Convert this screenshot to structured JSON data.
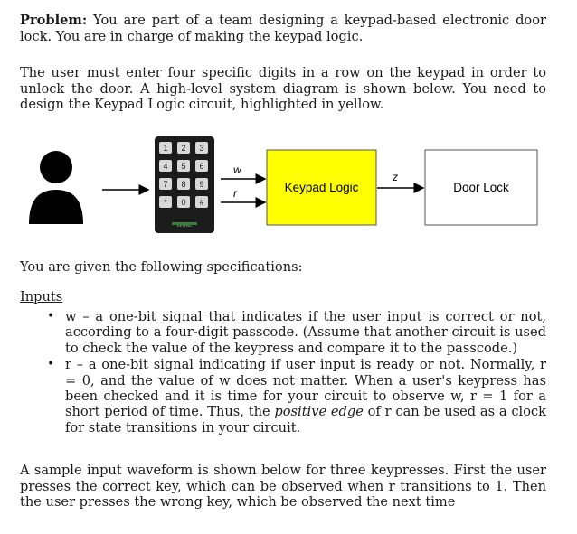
{
  "problem": {
    "label": "Problem:",
    "text": " You are part of a team designing a keypad-based electronic door lock. You are in charge of making the keypad logic."
  },
  "para2": "The user must enter four specific digits in a row on the keypad in order to unlock the door. A high-level system diagram is shown below. You need to design the Keypad Logic circuit, highlighted in yellow.",
  "diagram": {
    "keypad_keys": [
      "1",
      "2",
      "3",
      "4",
      "5",
      "6",
      "7",
      "8",
      "9",
      "*",
      "0",
      "#"
    ],
    "keypad_caption": "KEYPAD",
    "signal_w": "w",
    "signal_r": "r",
    "signal_z": "z",
    "keypad_logic_label": "Keypad Logic",
    "door_lock_label": "Door Lock",
    "colors": {
      "highlight": "#ffff00",
      "keypad_body": "#1c1c1c",
      "person": "#000000"
    }
  },
  "specs_intro": "You are given the following specifications:",
  "inputs_heading": "Inputs",
  "inputs": [
    {
      "bullet": "•",
      "pre": "w – a one-bit signal that indicates if the user input is correct or not, according to a four-digit passcode. (Assume that another circuit is used to check the value of the keypress and compare it to the passcode.)"
    },
    {
      "bullet": "•",
      "pre": "r – a one-bit signal indicating if user input is ready or not. Normally, r = 0, and the value of w does not matter. When a user's keypress has been checked and it is time for your circuit to observe w, r = 1 for a short period of time. Thus, the ",
      "emph": "positive edge",
      "post": " of r can be used as a clock for state transitions in your circuit."
    }
  ],
  "sample": "A sample input waveform is shown below for three keypresses. First the user presses the correct key, which can be observed when r transitions to 1. Then the user presses the wrong key, which be observed the next time"
}
